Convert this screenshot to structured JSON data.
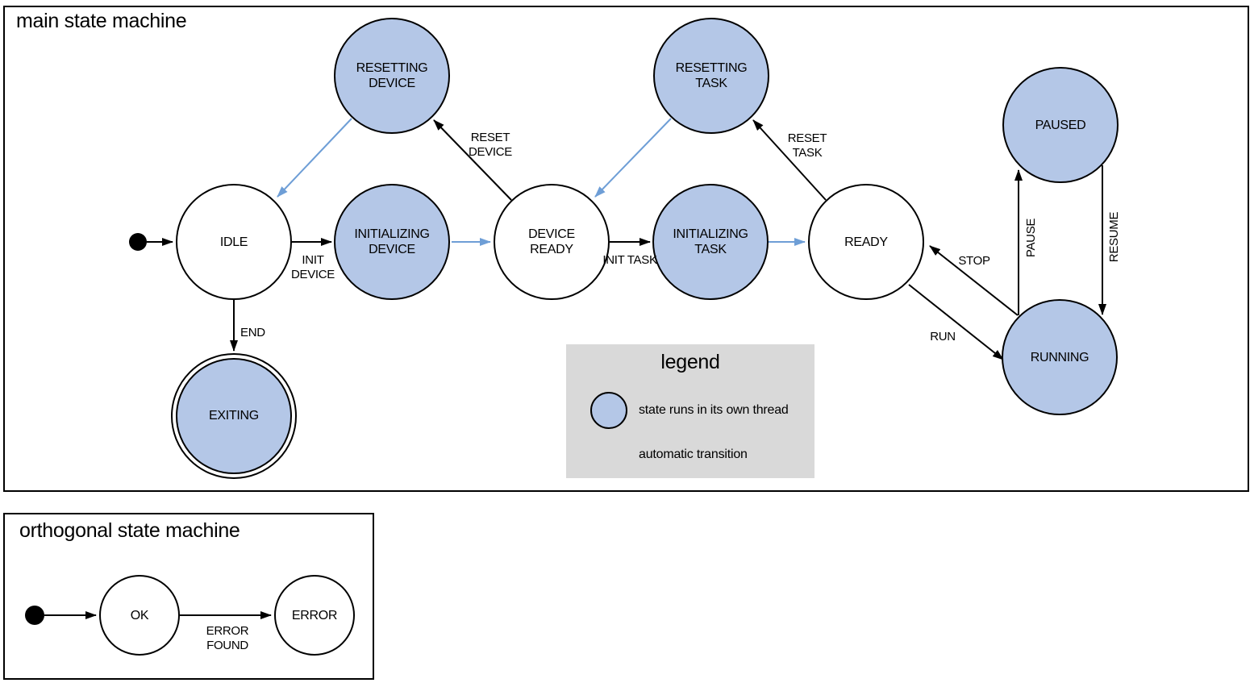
{
  "main": {
    "title": "main state machine",
    "states": {
      "idle": "IDLE",
      "resetting_device": "RESETTING DEVICE",
      "initializing_device": "INITIALIZING DEVICE",
      "device_ready": "DEVICE READY",
      "resetting_task": "RESETTING TASK",
      "initializing_task": "INITIALIZING TASK",
      "ready": "READY",
      "paused": "PAUSED",
      "running": "RUNNING",
      "exiting": "EXITING"
    },
    "transitions": {
      "init_device": "INIT DEVICE",
      "reset_device": "RESET DEVICE",
      "init_task": "INIT TASK",
      "reset_task": "RESET TASK",
      "end": "END",
      "run": "RUN",
      "stop": "STOP",
      "pause": "PAUSE",
      "resume": "RESUME"
    }
  },
  "legend": {
    "title": "legend",
    "thread_item": "state runs in its own thread",
    "auto_item": "automatic transition"
  },
  "orthogonal": {
    "title": "orthogonal state machine",
    "states": {
      "ok": "OK",
      "error": "ERROR"
    },
    "transitions": {
      "error_found": "ERROR FOUND"
    }
  },
  "colors": {
    "threaded_state_fill": "#b4c7e7",
    "automatic_transition_arrow": "#6e9ed6",
    "normal_arrow": "#000000",
    "legend_background": "#d9d9d9",
    "state_stroke": "#000000"
  }
}
